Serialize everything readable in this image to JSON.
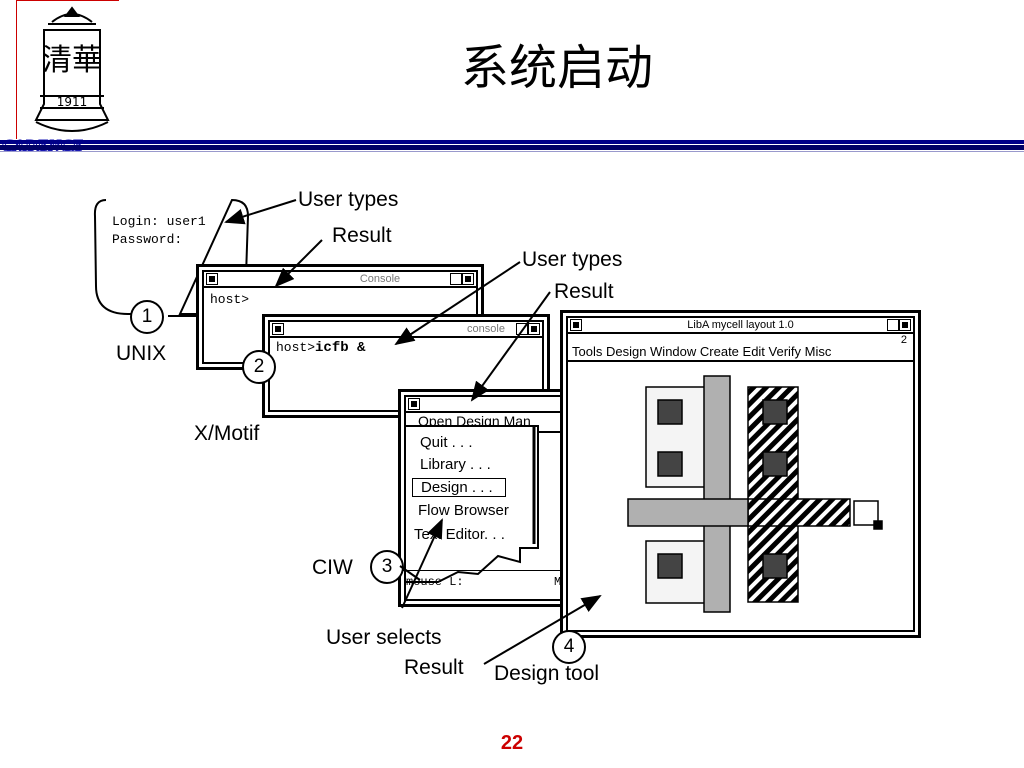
{
  "slide": {
    "title": "系统启动",
    "logo_text": "CADENCE",
    "logo_year": "1911",
    "page_number": "22"
  },
  "diagram": {
    "labels": {
      "user_types_1": "User types",
      "result_1": "Result",
      "user_types_2": "User types",
      "result_2": "Result",
      "unix": "UNIX",
      "xmotif": "X/Motif",
      "ciw": "CIW",
      "user_selects": "User selects",
      "result_3": "Result",
      "design_tool": "Design tool"
    },
    "steps": [
      "1",
      "2",
      "3",
      "4"
    ],
    "login": {
      "login_label": "Login:",
      "login_value": "user1",
      "password_label": "Password:"
    },
    "console1": {
      "title": "Console",
      "prompt": "host>"
    },
    "console2": {
      "title": "console",
      "prompt": "host>",
      "command": "icfb &"
    },
    "ciw": {
      "menubar": "Open   Design Man",
      "items": [
        "Quit . . .",
        "Library . . .",
        "Design . . .",
        "Flow Browser",
        "Text Editor. . ."
      ],
      "status": "mouse L:",
      "status_right": "M"
    },
    "layout_window": {
      "title": "LibA mycell layout 1.0",
      "title_num": "2",
      "menubar": "Tools Design Window Create Edit Verify Misc"
    }
  }
}
